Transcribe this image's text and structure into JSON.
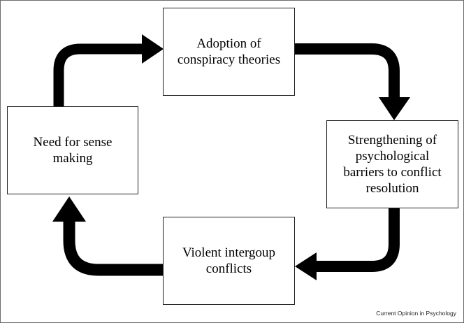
{
  "diagram": {
    "type": "cycle",
    "nodes": [
      {
        "id": "adopt",
        "label": "Adoption of\nconspiracy theories"
      },
      {
        "id": "strength",
        "label": "Strengthening of\npsychological\nbarriers to conflict\nresolution"
      },
      {
        "id": "violent",
        "label": "Violent intergoup\nconflicts"
      },
      {
        "id": "need",
        "label": "Need for sense\nmaking"
      }
    ],
    "edges": [
      {
        "from": "need",
        "to": "adopt"
      },
      {
        "from": "adopt",
        "to": "strength"
      },
      {
        "from": "strength",
        "to": "violent"
      },
      {
        "from": "violent",
        "to": "need"
      }
    ],
    "arrow_color": "#000000"
  },
  "credit": "Current Opinion in Psychology"
}
